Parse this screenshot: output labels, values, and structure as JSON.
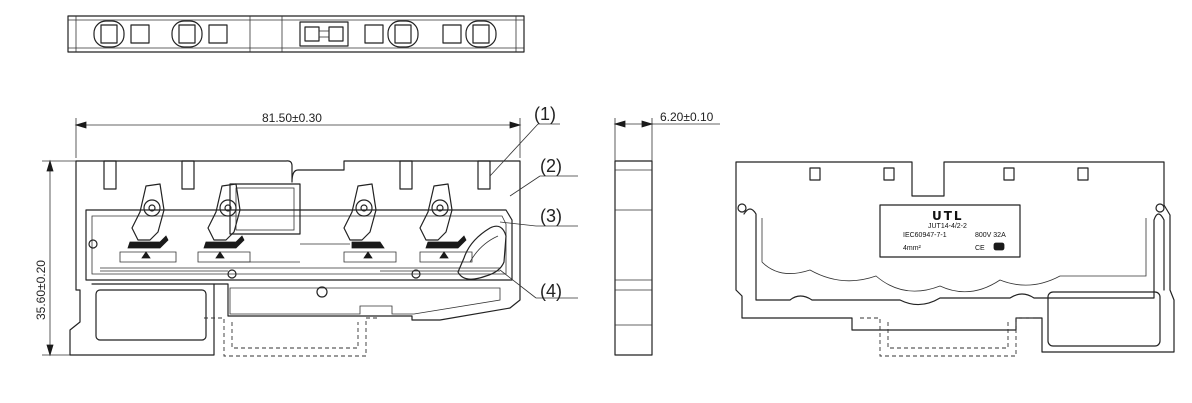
{
  "dimensions": {
    "length": "81.50±0.30",
    "height": "35.60±0.20",
    "thickness": "6.20±0.10"
  },
  "callouts": [
    "(1)",
    "(2)",
    "(3)",
    "(4)"
  ],
  "label": {
    "brand": "UTL",
    "model": "JUT14-4/2-2",
    "standard": "IEC60947-7-1",
    "rating": "800V 32A",
    "section": "4mm²",
    "ce_mark": "CE"
  },
  "colors": {
    "line": "#222222",
    "background": "#ffffff"
  }
}
